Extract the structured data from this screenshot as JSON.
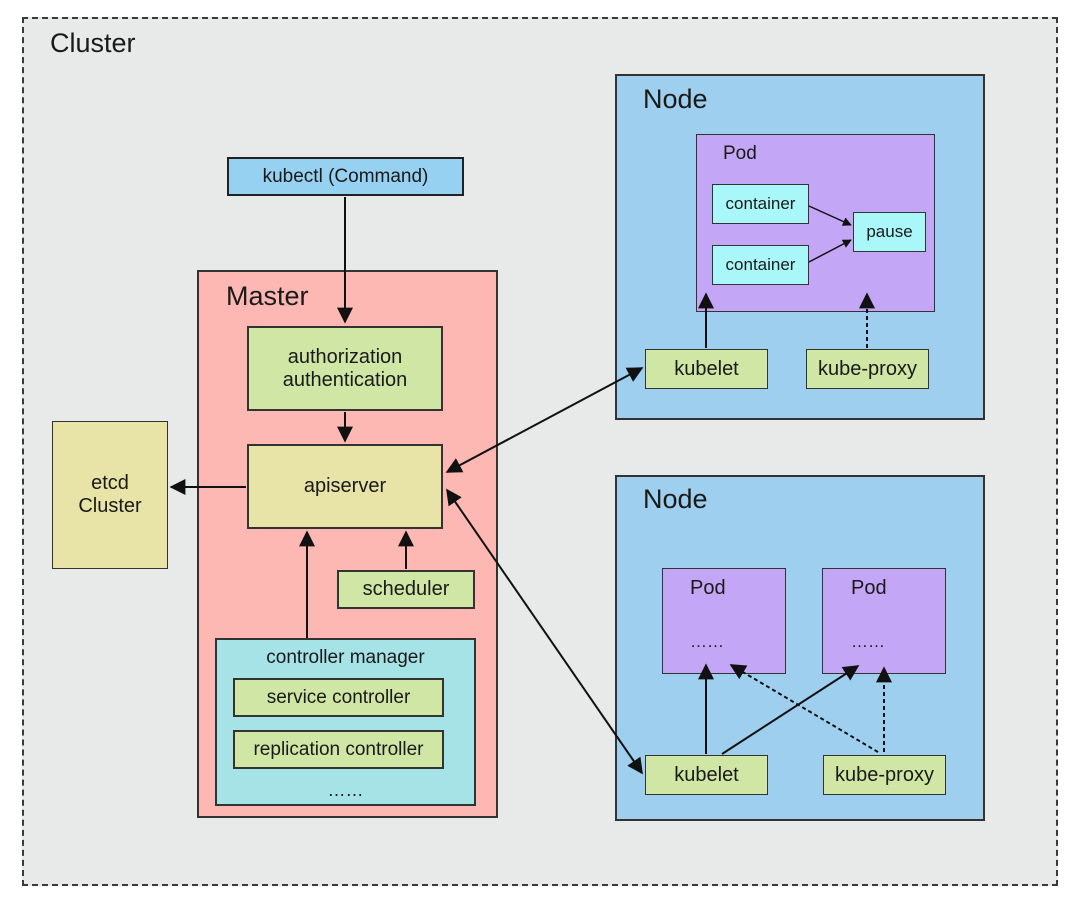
{
  "cluster": {
    "label": "Cluster"
  },
  "kubectl": {
    "label": "kubectl (Command)"
  },
  "master": {
    "label": "Master",
    "auth": {
      "line1": "authorization",
      "line2": "authentication"
    },
    "apiserver": "apiserver",
    "scheduler": "scheduler",
    "controller_manager": {
      "label": "controller manager",
      "items": [
        "service controller",
        "replication controller"
      ],
      "more": "……"
    }
  },
  "etcd": {
    "line1": "etcd",
    "line2": "Cluster"
  },
  "node1": {
    "label": "Node",
    "pod": {
      "label": "Pod",
      "containers": [
        "container",
        "container"
      ],
      "pause": "pause"
    },
    "kubelet": "kubelet",
    "kube_proxy": "kube-proxy"
  },
  "node2": {
    "label": "Node",
    "pods": [
      {
        "label": "Pod",
        "more": "……"
      },
      {
        "label": "Pod",
        "more": "……"
      }
    ],
    "kubelet": "kubelet",
    "kube_proxy": "kube-proxy"
  },
  "colors": {
    "cluster_bg": "#e8e9e9",
    "master_bg": "#fdb8b3",
    "node_bg": "#9fcfef",
    "green": "#cfe6a5",
    "yellow": "#e8e3a6",
    "pod_purple": "#c4a6f6",
    "container_cyan": "#a9f7f8",
    "controller_cyan": "#a6e3e6"
  }
}
